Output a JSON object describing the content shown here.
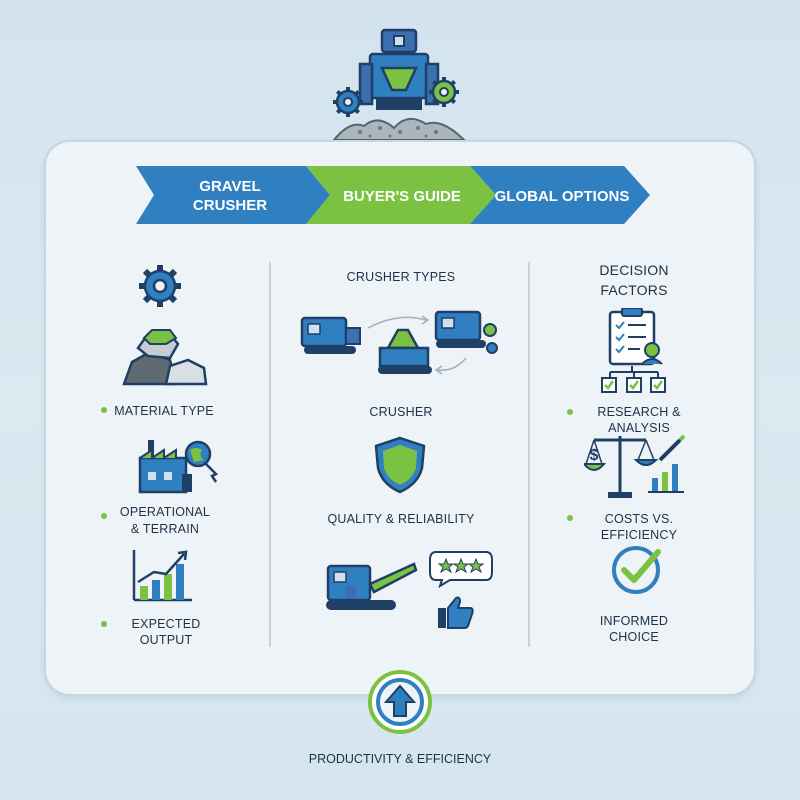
{
  "banner": {
    "segment1_line1": "GRAVEL",
    "segment1_line2": "CRUSHER",
    "segment2": "BUYER'S GUIDE",
    "segment3": "GLOBAL OPTIONS"
  },
  "left_column": {
    "items": [
      {
        "label": "MATERIAL TYPE",
        "icon": "rock-pile-icon"
      },
      {
        "label_line1": "OPERATIONAL",
        "label_line2": "& TERRAIN",
        "icon": "factory-globe-icon"
      },
      {
        "label": "EXPECTED OUTPUT",
        "icon": "bar-chart-icon"
      }
    ],
    "top_icon": "gear-icon"
  },
  "center_column": {
    "title": "CRUSHER TYPES",
    "labels": [
      "CRUSHER",
      "QUALITY & RELIABILITY"
    ],
    "rating_stars": 3
  },
  "right_column": {
    "title_line1": "DECISION",
    "title_line2": "FACTORS",
    "items": [
      {
        "label": "RESEARCH & ANALYSIS",
        "icon": "clipboard-checklist-icon"
      },
      {
        "label": "COSTS VS. EFFICIENCY",
        "icon": "balance-scale-icon",
        "symbol": "$"
      },
      {
        "label": "INFORMED CHOICE",
        "icon": "checkmark-circle-icon"
      }
    ]
  },
  "footer": {
    "label": "PRODUCTIVITY & EFFICIENCY",
    "icon": "up-arrow-circle-icon"
  },
  "colors": {
    "blue": "#2f7fc1",
    "dark_blue": "#1f3f66",
    "green": "#7cc242",
    "panel": "#edf3f7"
  }
}
